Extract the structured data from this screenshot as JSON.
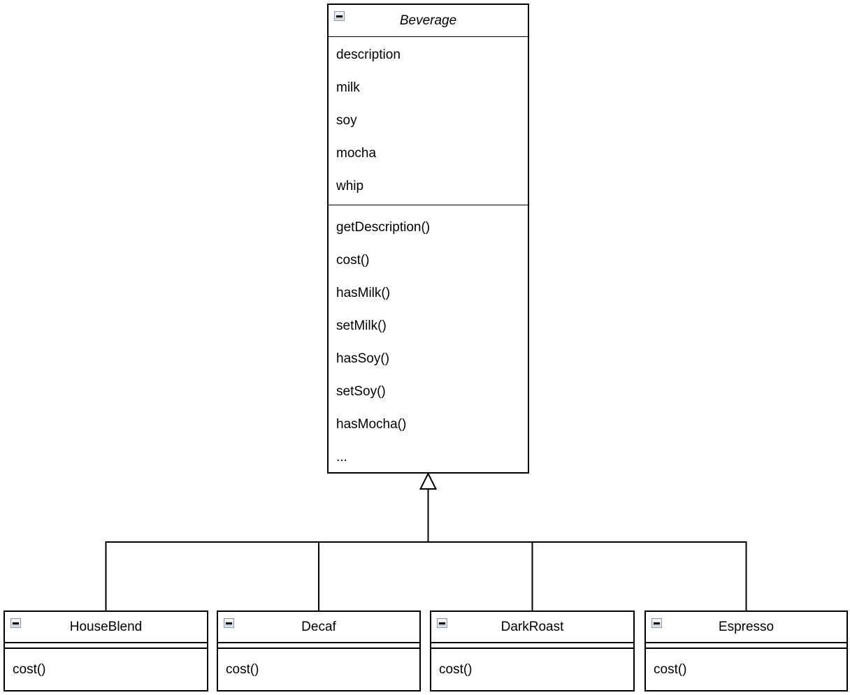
{
  "diagram": {
    "type": "uml-class-diagram",
    "relationship": "generalization",
    "parent_class": {
      "name": "Beverage",
      "name_style": "italic-abstract",
      "attributes": [
        "description",
        "milk",
        "soy",
        "mocha",
        "whip"
      ],
      "methods": [
        "getDescription()",
        "cost()",
        "hasMilk()",
        "setMilk()",
        "hasSoy()",
        "setSoy()",
        "hasMocha()",
        "..."
      ]
    },
    "child_classes": [
      {
        "name": "HouseBlend",
        "attributes": [],
        "methods": [
          "cost()"
        ]
      },
      {
        "name": "Decaf",
        "attributes": [],
        "methods": [
          "cost()"
        ]
      },
      {
        "name": "DarkRoast",
        "attributes": [],
        "methods": [
          "cost()"
        ]
      },
      {
        "name": "Espresso",
        "attributes": [],
        "methods": [
          "cost()"
        ]
      }
    ],
    "icons": {
      "collapse": "minus-collapse-icon"
    },
    "colors": {
      "line": "#000000",
      "background": "#ffffff",
      "icon_border": "#8e97a8",
      "icon_fill": "#c2c7d1"
    }
  }
}
